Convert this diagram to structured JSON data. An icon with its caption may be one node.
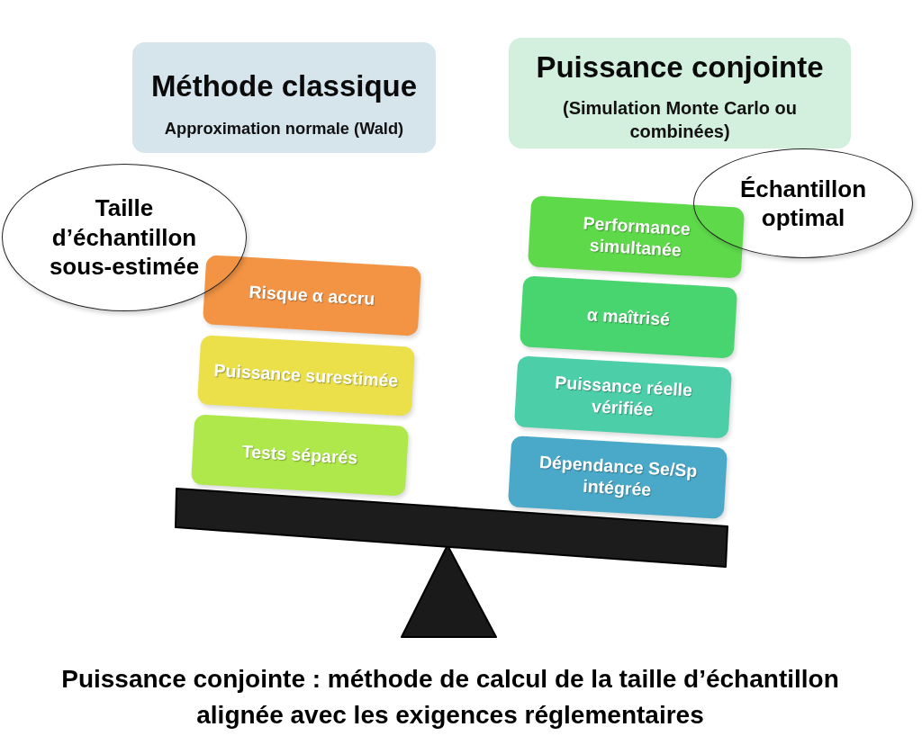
{
  "diagram": {
    "caption": "Puissance conjointe : méthode de calcul de la taille d’échantillon alignée avec les exigences réglementaires",
    "nodes": [
      {
        "text": [
          "Méthode classique",
          "Approximation normale (Wald)"
        ]
      },
      {
        "text": [
          "Puissance conjointe",
          "(Simulation Monte Carlo ou combinées)"
        ]
      },
      {
        "text": [
          "Taille d’échantillon sous-estimée"
        ]
      },
      {
        "text": [
          "Risque α accru"
        ]
      },
      {
        "text": [
          "Puissance surestimée"
        ]
      },
      {
        "text": [
          "Tests séparés"
        ]
      },
      {
        "text": [
          "Échantillon optimal"
        ]
      },
      {
        "text": [
          "Performance simultanée"
        ]
      },
      {
        "text": [
          "α maîtrisé"
        ]
      },
      {
        "text": [
          "Puissance réelle vérifiée"
        ]
      },
      {
        "text": [
          "Dépendance Se/Sp intégrée"
        ]
      }
    ]
  }
}
